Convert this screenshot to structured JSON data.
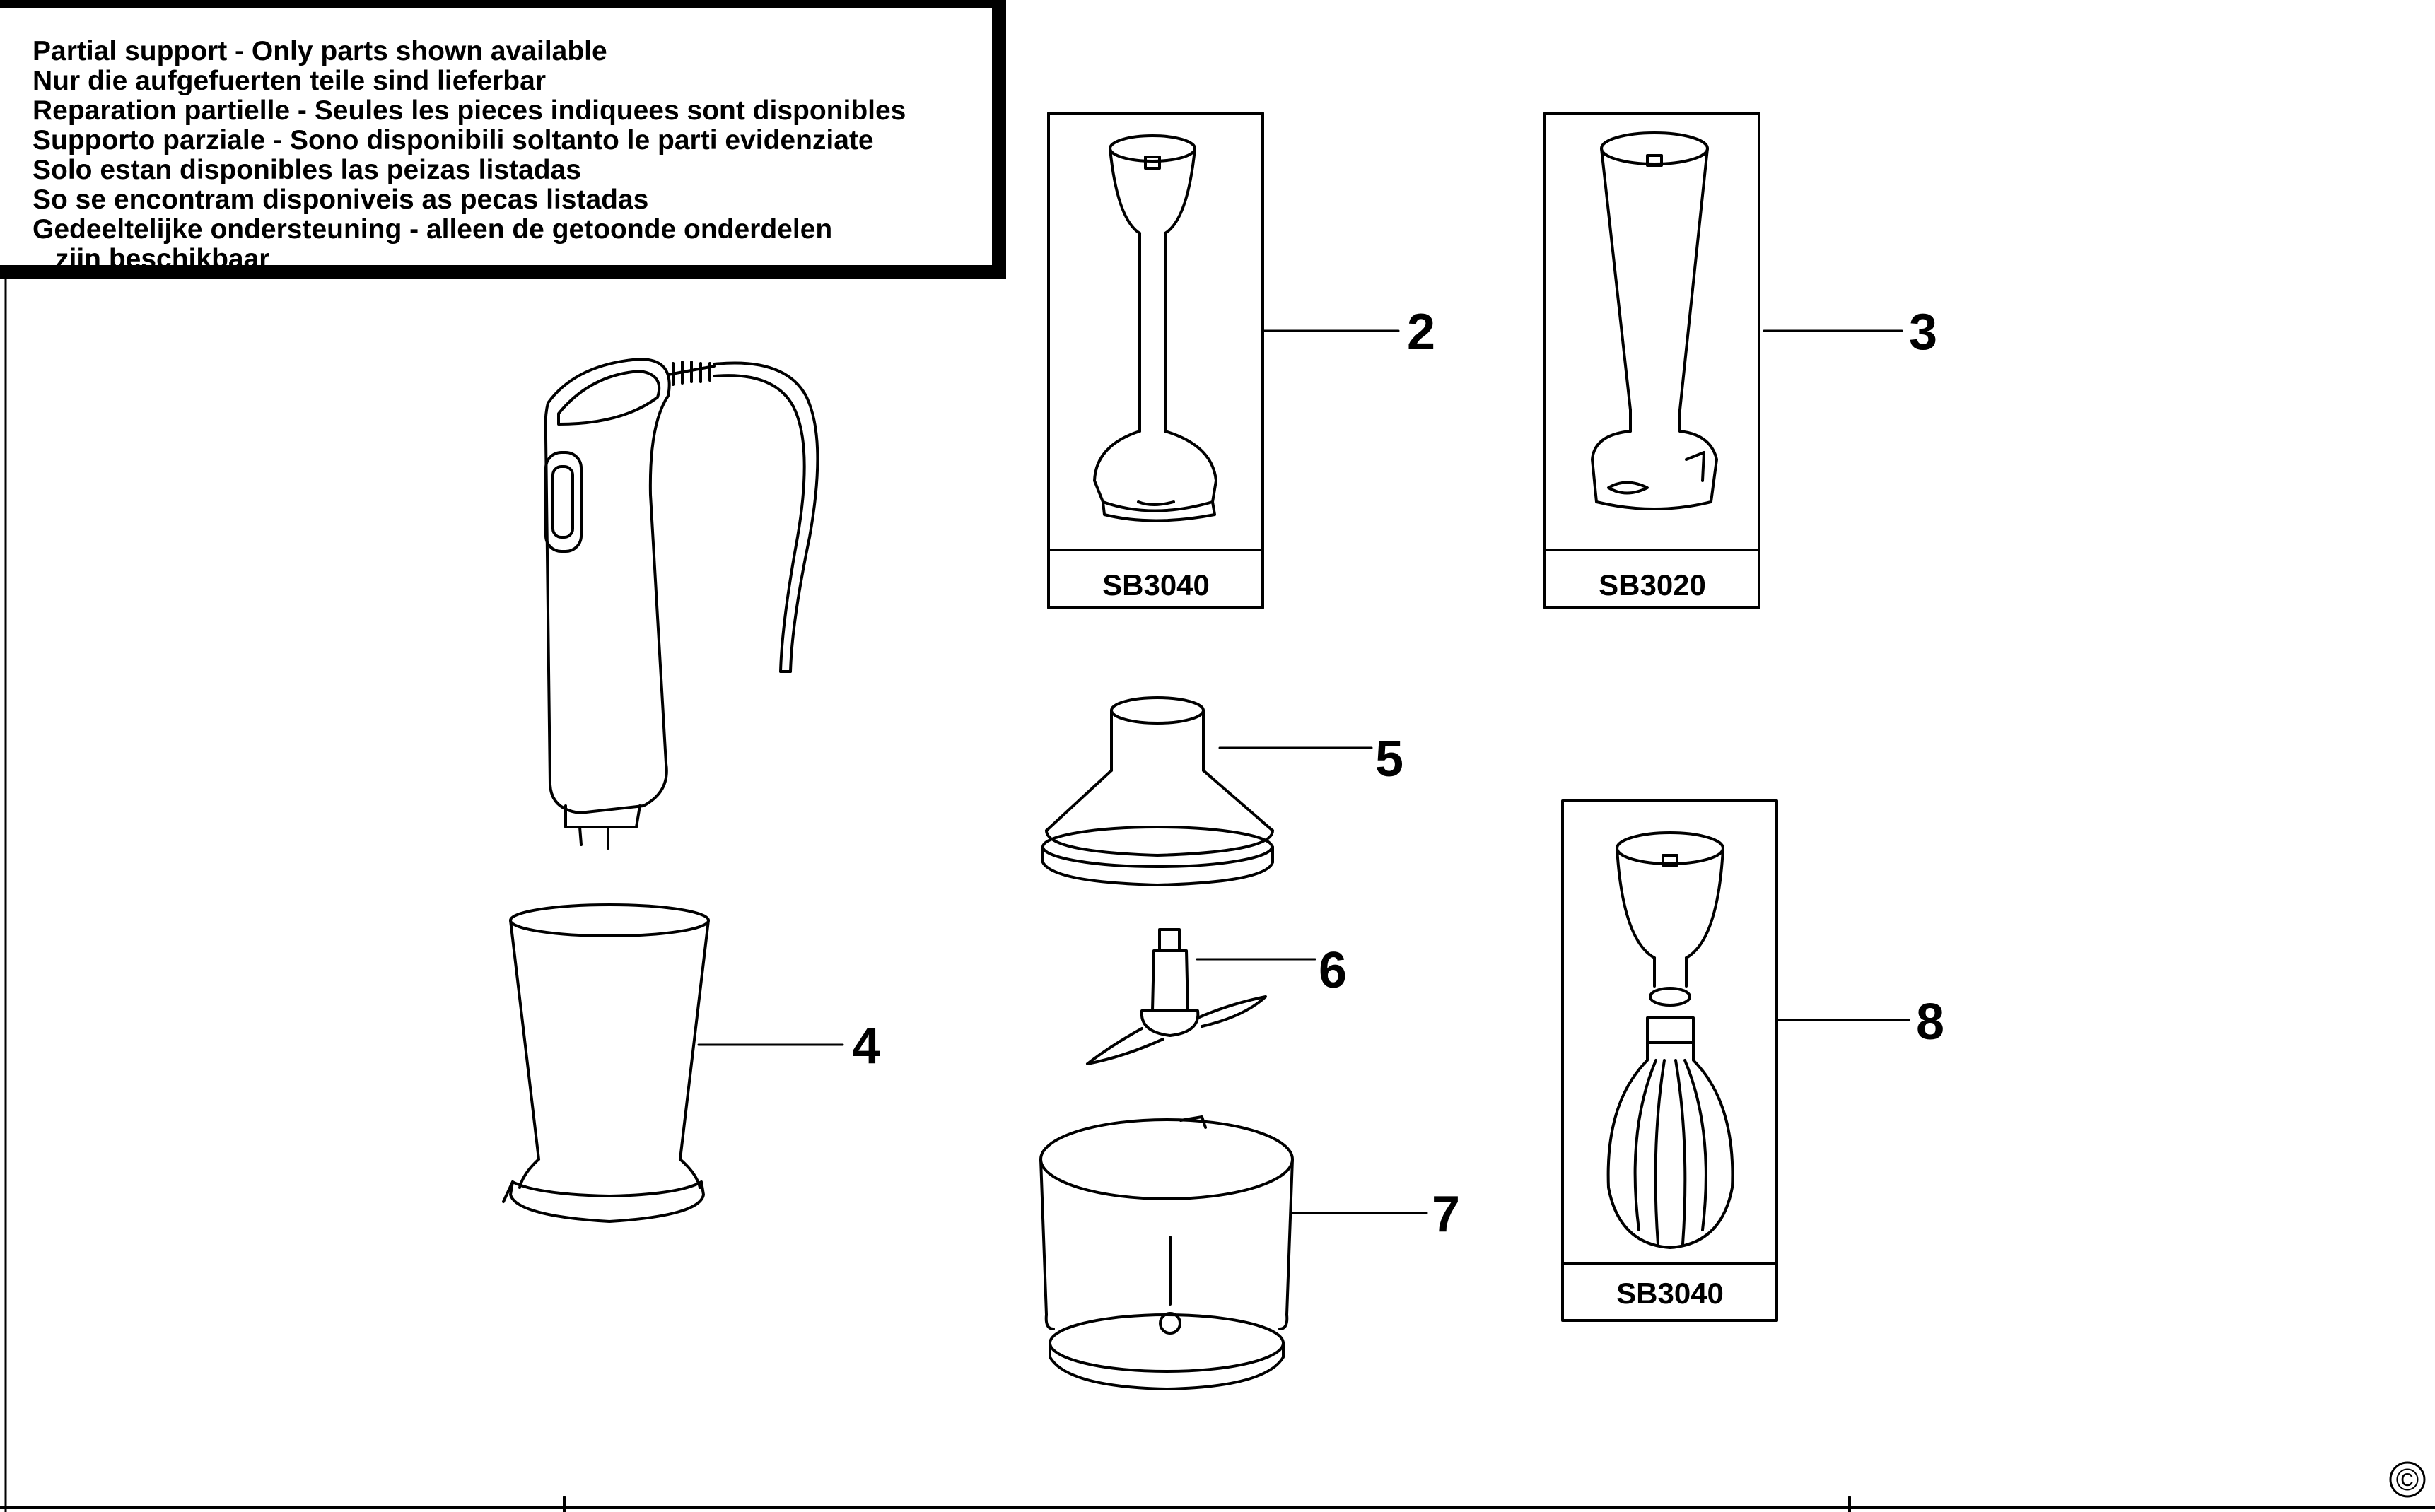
{
  "notice": {
    "lines": [
      "Partial support - Only parts shown available",
      "Nur die aufgefuerten teile sind lieferbar",
      "Reparation partielle - Seules les pieces indiquees sont disponibles",
      "Supporto parziale - Sono disponibili soltanto le parti evidenziate",
      "Solo estan disponibles las peizas listadas",
      "So se encontram disponiveis as pecas listadas",
      "Gedeeltelijke ondersteuning - alleen de getoonde onderdelen",
      "zijn beschikbaar"
    ]
  },
  "parts": {
    "p2": {
      "number": "2",
      "model": "SB3040"
    },
    "p3": {
      "number": "3",
      "model": "SB3020"
    },
    "p4": {
      "number": "4"
    },
    "p5": {
      "number": "5"
    },
    "p6": {
      "number": "6"
    },
    "p7": {
      "number": "7"
    },
    "p8": {
      "number": "8",
      "model": "SB3040"
    }
  },
  "copyright": "©",
  "colors": {
    "ink": "#000000",
    "paper": "#ffffff"
  }
}
